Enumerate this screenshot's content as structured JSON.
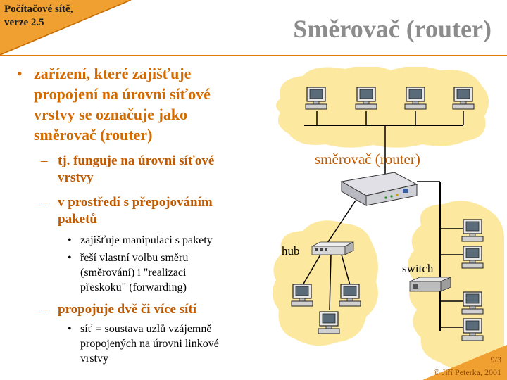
{
  "header": {
    "course_line1": "Počítačové sítě,",
    "course_line2": "verze 2.5",
    "title": "Směrovač (router)"
  },
  "bullets": {
    "b1": [
      "zařízení, které zajišťuje",
      "propojení na úrovni síťové",
      "vrstvy se označuje jako",
      "směrovač (router)"
    ],
    "b1_1": [
      "tj. funguje na úrovni síťové",
      "vrstvy"
    ],
    "b1_2": [
      "v prostředí s přepojováním",
      "paketů"
    ],
    "b1_2_sub": [
      "zajišťuje manipulaci s pakety",
      "řeší vlastní volbu směru",
      "(směrování) i \"realizaci",
      "přeskoku\" (forwarding)"
    ],
    "b1_3": [
      "propojuje dvě či více sítí"
    ],
    "b1_3_sub": [
      "síť = soustava uzlů vzájemně",
      "propojených na úrovni linkové",
      "vrstvy"
    ]
  },
  "diagram": {
    "router_label": "směrovač  (router)",
    "hub_label": "hub",
    "switch_label": "switch"
  },
  "footer": {
    "page": "9/3",
    "copyright": "© Jiří Peterka, 2001"
  },
  "colors": {
    "accent": "#e07a00",
    "cloud": "#fde8a0",
    "title": "#8c8c8c"
  }
}
